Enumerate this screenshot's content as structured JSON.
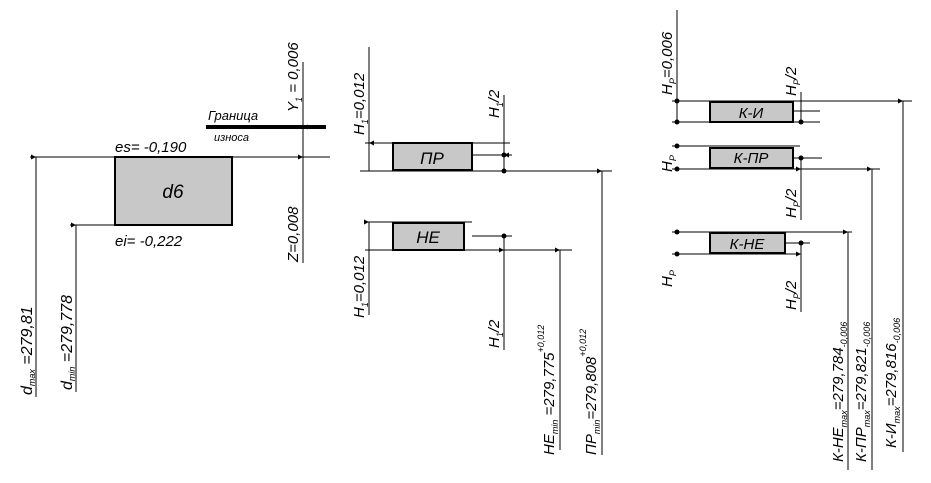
{
  "shaft": {
    "box_label": "d6",
    "es": "es= -0,190",
    "ei": "ei= -0,222",
    "y1": {
      "base": "Y",
      "sub": "1",
      "rest": " = 0,006"
    },
    "z": "Z=0,008",
    "wear_limit": [
      "Граница",
      "износа"
    ],
    "dmax": {
      "base": "d",
      "sub": "max",
      "rest": " =279,81"
    },
    "dmin": {
      "base": "d",
      "sub": "min",
      "rest": " =279,778"
    }
  },
  "gauges": {
    "pr": "ПР",
    "ne": "НЕ",
    "h1_top": {
      "base": "H",
      "sub": "1",
      "rest": "=0,012"
    },
    "h1_bottom": {
      "base": "H",
      "sub": "1",
      "rest": "=0,012"
    },
    "h1_half_top": {
      "base": "H",
      "sub": "1",
      "rest": "/2"
    },
    "h1_half_bottom": {
      "base": "H",
      "sub": "1",
      "rest": "/2"
    },
    "ne_min": {
      "base": "НЕ",
      "sub": "min",
      "rest": " =279,775",
      "sup": "+0,012"
    },
    "pr_min": {
      "base": "ПР",
      "sub": "min",
      "rest": "=279,808",
      "sup": "+0,012"
    }
  },
  "control": {
    "ki": "К-И",
    "kpr": "К-ПР",
    "kne": "К-НЕ",
    "hp_top": {
      "base": "H",
      "sub": "P",
      "rest": "=0,006"
    },
    "hp_mid": {
      "base": "H",
      "sub": "P",
      "rest": ""
    },
    "hp_low": {
      "base": "H",
      "sub": "P",
      "rest": ""
    },
    "hp_half_1": {
      "base": "H",
      "sub": "P",
      "rest": "/2"
    },
    "hp_half_2": {
      "base": "H",
      "sub": "P",
      "rest": "/2"
    },
    "hp_half_3": {
      "base": "H",
      "sub": "P",
      "rest": "/2"
    },
    "kne_max": {
      "base": "К-НЕ",
      "sub": "max",
      "rest": "=279,784",
      "sup": "-0,006"
    },
    "kpr_max": {
      "base": "К-ПР",
      "sub": "max",
      "rest": "=279,821",
      "sup": "-0,006"
    },
    "ki_max": {
      "base": "К-И",
      "sub": "max",
      "rest": "=279,816",
      "sup": "-0,006"
    }
  }
}
